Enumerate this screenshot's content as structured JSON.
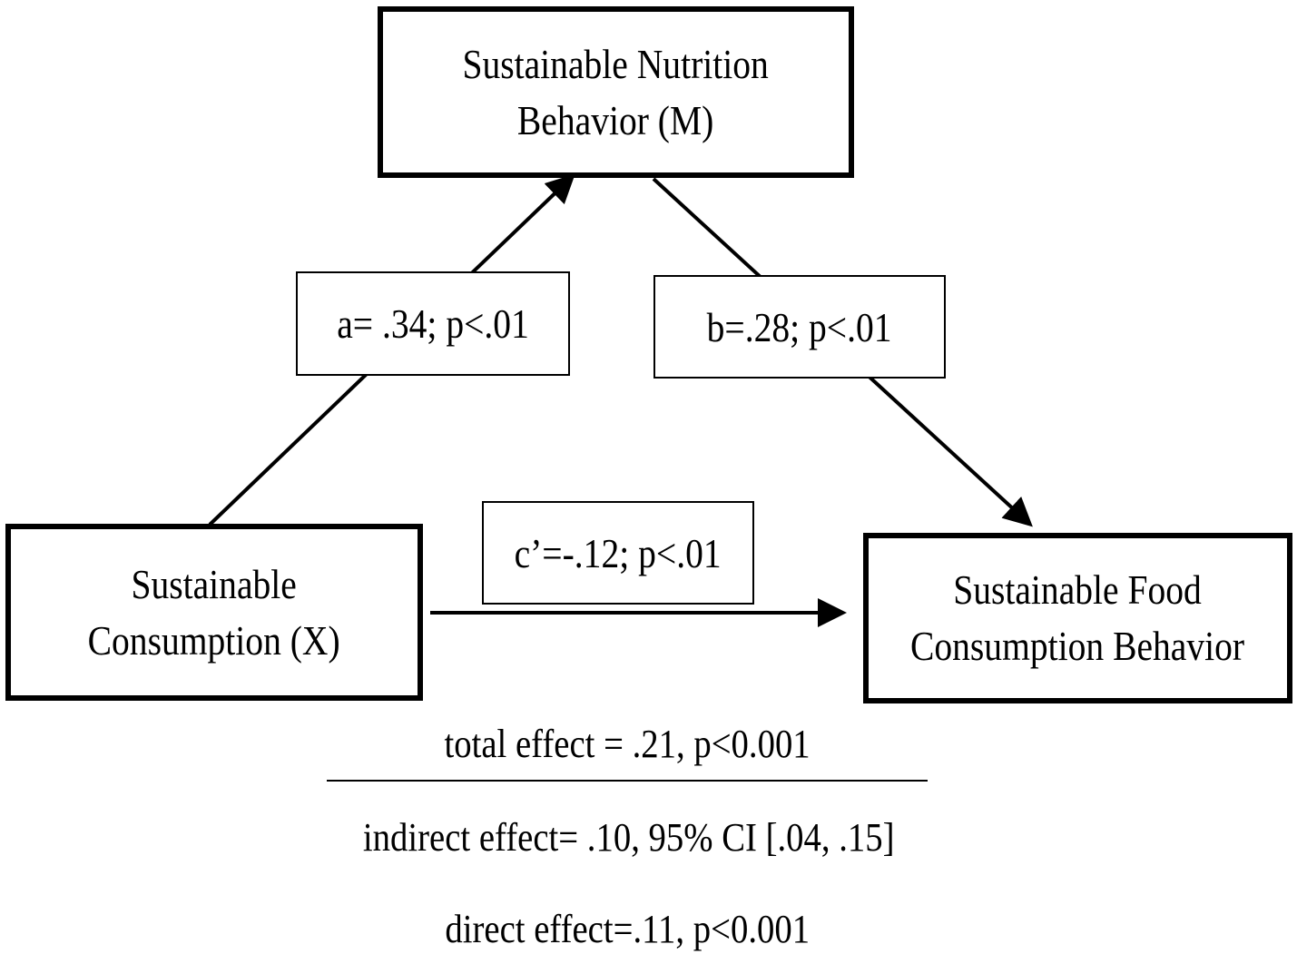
{
  "nodes": {
    "mediator": {
      "line1": "Sustainable Nutrition",
      "line2": "Behavior (M)"
    },
    "predictor": {
      "line1": "Sustainable",
      "line2": "Consumption (X)"
    },
    "outcome": {
      "line1": "Sustainable Food",
      "line2": "Consumption Behavior"
    }
  },
  "paths": {
    "a": "a= .34; p<.01",
    "b": "b=.28; p<.01",
    "c_prime": "c’=-.12; p<.01"
  },
  "effects": {
    "total": "total effect = .21, p<0.001",
    "indirect": "indirect effect= .10, 95% CI [.04, .15]",
    "direct": "direct effect=.11, p<0.001"
  },
  "colors": {
    "stroke": "#000000",
    "background": "#ffffff"
  }
}
